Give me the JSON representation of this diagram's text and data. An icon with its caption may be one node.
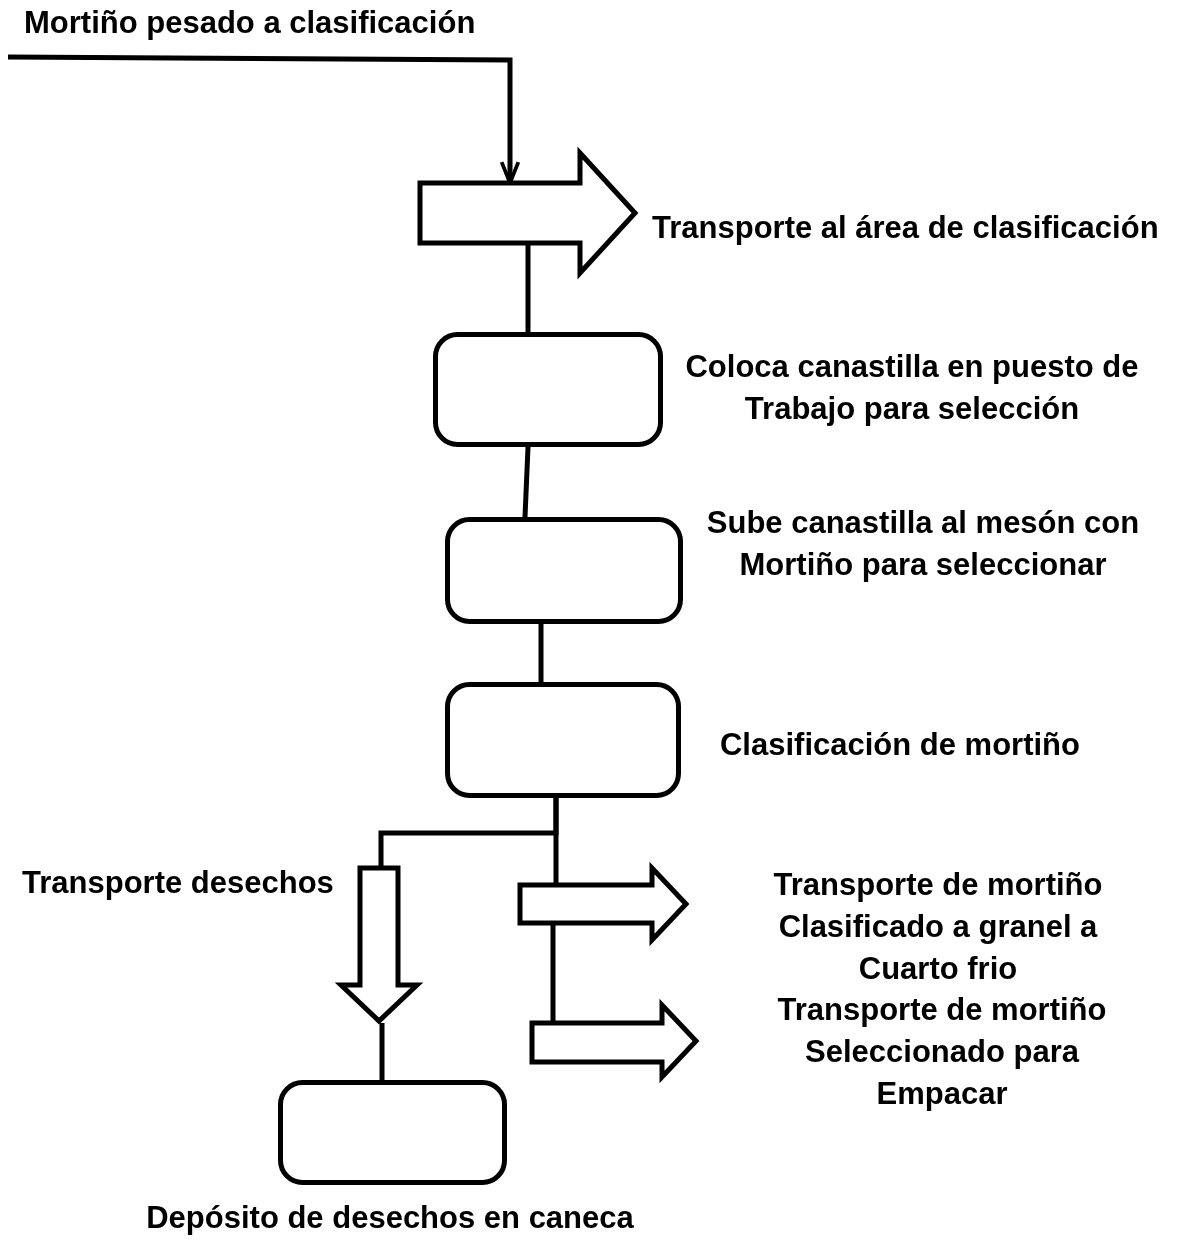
{
  "diagram": {
    "nodes": [
      {
        "text": [
          "Mortiño pesado a clasificación"
        ]
      },
      {
        "text": [],
        "shape": "arrow",
        "beside": [
          "Transporte al área de clasificación"
        ]
      },
      {
        "text": [],
        "shape": "box",
        "beside": [
          "Coloca canastilla en puesto de Trabajo para selección"
        ]
      },
      {
        "text": [],
        "shape": "box",
        "beside": [
          "Sube canastilla al mesón con Mortiño para seleccionar"
        ]
      },
      {
        "text": [],
        "shape": "box",
        "beside": [
          "Clasificación de mortiño"
        ]
      },
      {
        "text": [],
        "shape": "arrow",
        "beside": [
          "Transporte desechos"
        ]
      },
      {
        "text": [],
        "shape": "arrow",
        "beside": [
          "Transporte de mortiño Clasificado a granel a Cuarto frio"
        ]
      },
      {
        "text": [],
        "shape": "arrow",
        "beside": [
          "Transporte de mortiño Seleccionado para Empacar"
        ]
      },
      {
        "text": [],
        "shape": "box",
        "beside": [
          "Depósito de desechos en caneca"
        ]
      }
    ],
    "edges": [
      {
        "from": 0,
        "to": 1,
        "arrow": "to"
      },
      {
        "from": 1,
        "to": 2,
        "arrow": "none"
      },
      {
        "from": 2,
        "to": 3,
        "arrow": "none"
      },
      {
        "from": 3,
        "to": 4,
        "arrow": "none"
      },
      {
        "from": 4,
        "to": 5,
        "arrow": "none"
      },
      {
        "from": 4,
        "to": 6,
        "arrow": "none"
      },
      {
        "from": 6,
        "to": 7,
        "arrow": "none"
      },
      {
        "from": 5,
        "to": 8,
        "arrow": "none"
      }
    ]
  }
}
